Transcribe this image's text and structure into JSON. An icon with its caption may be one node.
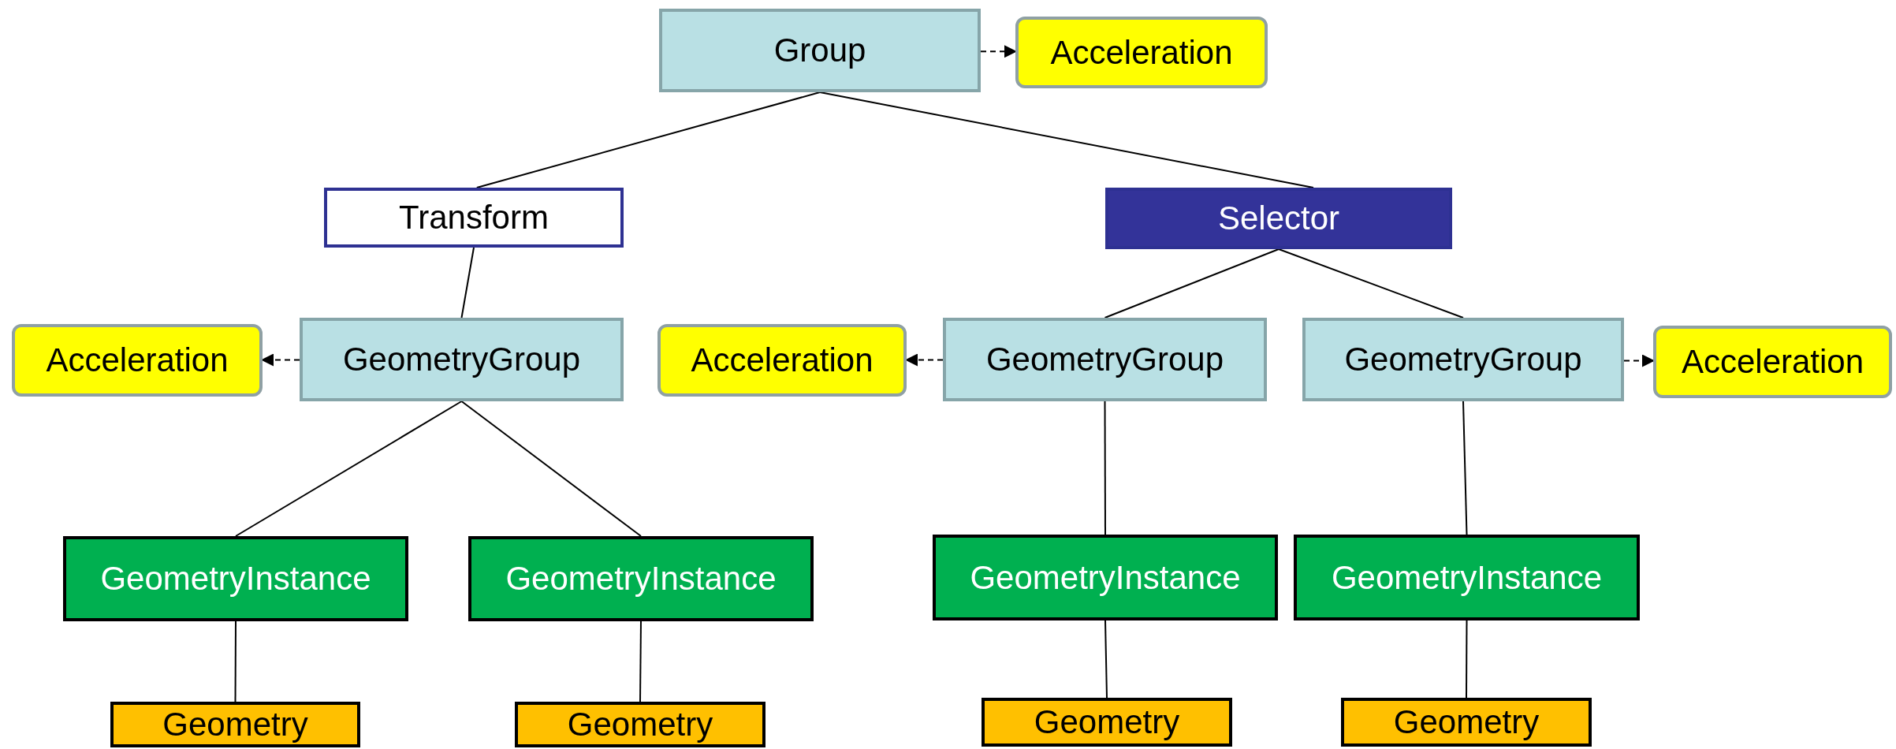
{
  "diagram": {
    "nodes": [
      {
        "text": [
          "Group"
        ]
      },
      {
        "text": [
          "Acceleration"
        ]
      },
      {
        "text": [
          "Transform"
        ]
      },
      {
        "text": [
          "Selector"
        ]
      },
      {
        "text": [
          "Acceleration"
        ]
      },
      {
        "text": [
          "GeometryGroup"
        ]
      },
      {
        "text": [
          "Acceleration"
        ]
      },
      {
        "text": [
          "GeometryGroup"
        ]
      },
      {
        "text": [
          "GeometryGroup"
        ]
      },
      {
        "text": [
          "Acceleration"
        ]
      },
      {
        "text": [
          "GeometryInstance"
        ]
      },
      {
        "text": [
          "GeometryInstance"
        ]
      },
      {
        "text": [
          "GeometryInstance"
        ]
      },
      {
        "text": [
          "GeometryInstance"
        ]
      },
      {
        "text": [
          "Geometry"
        ]
      },
      {
        "text": [
          "Geometry"
        ]
      },
      {
        "text": [
          "Geometry"
        ]
      },
      {
        "text": [
          "Geometry"
        ]
      }
    ],
    "edges": [
      {
        "from": 0,
        "to": 1,
        "arrow": "to",
        "style": "dashed"
      },
      {
        "from": 0,
        "to": 2,
        "arrow": "none"
      },
      {
        "from": 0,
        "to": 3,
        "arrow": "none"
      },
      {
        "from": 2,
        "to": 5,
        "arrow": "none"
      },
      {
        "from": 5,
        "to": 4,
        "arrow": "to",
        "style": "dashed"
      },
      {
        "from": 3,
        "to": 7,
        "arrow": "none"
      },
      {
        "from": 3,
        "to": 8,
        "arrow": "none"
      },
      {
        "from": 7,
        "to": 6,
        "arrow": "to",
        "style": "dashed"
      },
      {
        "from": 8,
        "to": 9,
        "arrow": "to",
        "style": "dashed"
      },
      {
        "from": 5,
        "to": 10,
        "arrow": "none"
      },
      {
        "from": 5,
        "to": 11,
        "arrow": "none"
      },
      {
        "from": 7,
        "to": 12,
        "arrow": "none"
      },
      {
        "from": 8,
        "to": 13,
        "arrow": "none"
      },
      {
        "from": 10,
        "to": 14,
        "arrow": "none"
      },
      {
        "from": 11,
        "to": 15,
        "arrow": "none"
      },
      {
        "from": 12,
        "to": 16,
        "arrow": "none"
      },
      {
        "from": 13,
        "to": 17,
        "arrow": "none"
      }
    ]
  }
}
